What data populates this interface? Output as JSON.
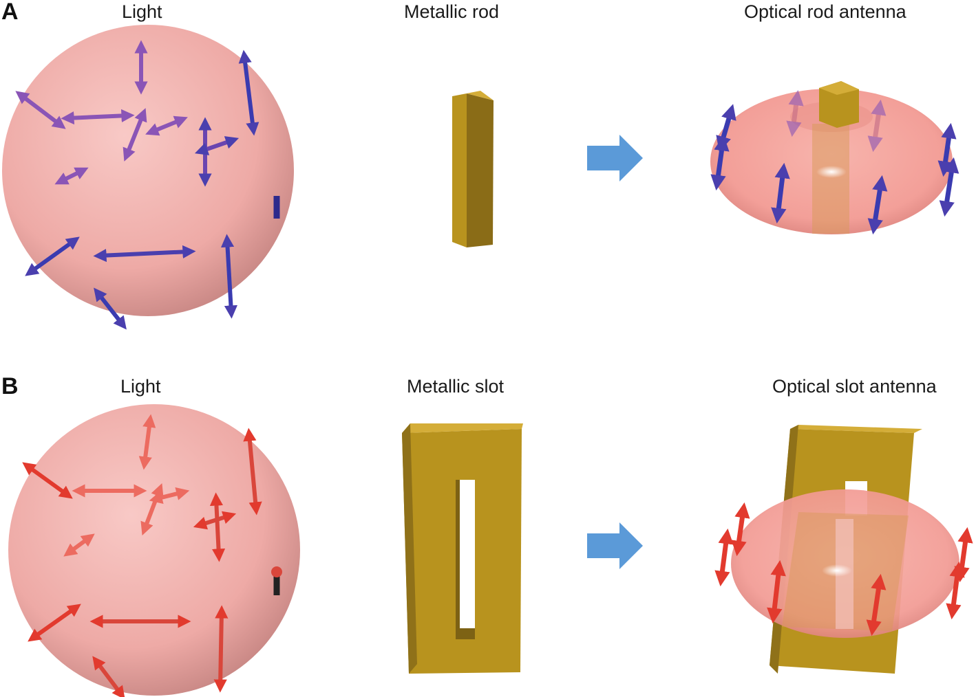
{
  "panels": [
    {
      "letter": "A",
      "labels": {
        "light": "Light",
        "element": "Metallic rod",
        "antenna": "Optical rod antenna"
      },
      "arrow_color": "#3a3bb0"
    },
    {
      "letter": "B",
      "labels": {
        "light": "Light",
        "element": "Metallic slot",
        "antenna": "Optical slot antenna"
      },
      "arrow_color": "#e8362e"
    }
  ],
  "colors": {
    "sphere": "#f3b3b0",
    "gold": "#b8931e",
    "gold_dark": "#7d6214",
    "arrow": "#5b9ad8"
  }
}
